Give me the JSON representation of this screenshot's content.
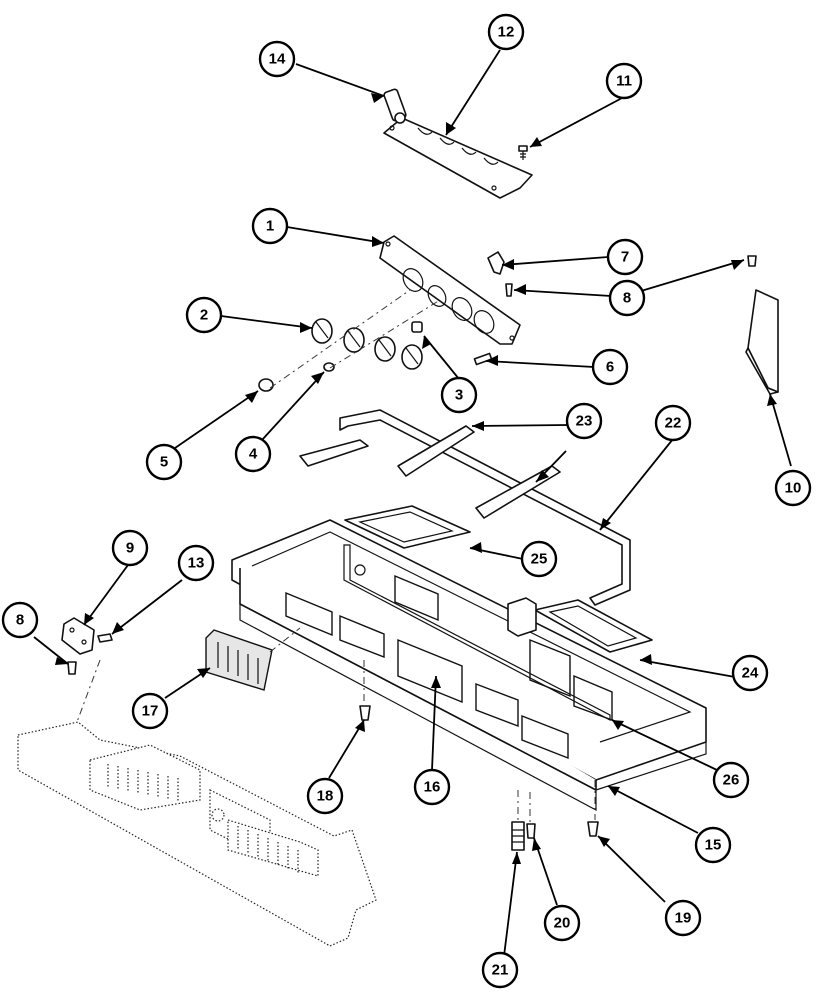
{
  "callouts": [
    {
      "id": "1",
      "label": "1"
    },
    {
      "id": "2",
      "label": "2"
    },
    {
      "id": "3",
      "label": "3"
    },
    {
      "id": "4",
      "label": "4"
    },
    {
      "id": "5",
      "label": "5"
    },
    {
      "id": "6",
      "label": "6"
    },
    {
      "id": "7",
      "label": "7"
    },
    {
      "id": "8a",
      "label": "8"
    },
    {
      "id": "8b",
      "label": "8"
    },
    {
      "id": "9",
      "label": "9"
    },
    {
      "id": "10",
      "label": "10"
    },
    {
      "id": "11",
      "label": "11"
    },
    {
      "id": "12",
      "label": "12"
    },
    {
      "id": "13",
      "label": "13"
    },
    {
      "id": "14",
      "label": "14"
    },
    {
      "id": "15",
      "label": "15"
    },
    {
      "id": "16",
      "label": "16"
    },
    {
      "id": "17",
      "label": "17"
    },
    {
      "id": "18",
      "label": "18"
    },
    {
      "id": "19",
      "label": "19"
    },
    {
      "id": "20",
      "label": "20"
    },
    {
      "id": "21",
      "label": "21"
    },
    {
      "id": "22",
      "label": "22"
    },
    {
      "id": "23",
      "label": "23"
    },
    {
      "id": "24",
      "label": "24"
    },
    {
      "id": "25",
      "label": "25"
    },
    {
      "id": "26",
      "label": "26"
    }
  ]
}
